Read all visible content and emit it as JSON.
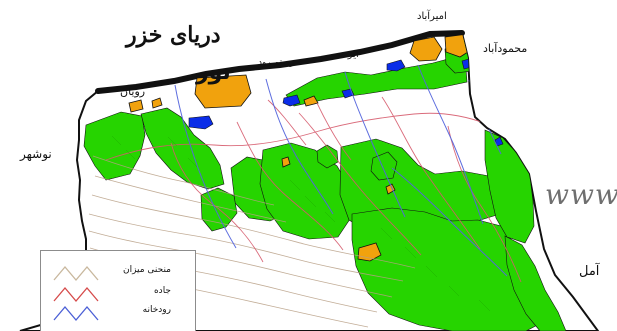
{
  "map": {
    "labels": {
      "sea": "دریای خزر",
      "nur": "نور",
      "izdeh": "ایزده",
      "rostam_rud": "رستم رود",
      "amir_abad": "امیرآباد",
      "mahmud_abad": "محمودآباد",
      "royan": "رویان",
      "nowshahr": "نوشهر",
      "amol": "آمل"
    },
    "watermark": "www",
    "legend": {
      "items": [
        {
          "label": "منحنی میزان",
          "color": "#c8b79d"
        },
        {
          "label": "جاده",
          "color": "#d64a4a"
        },
        {
          "label": "رودخانه",
          "color": "#4b5fd6"
        }
      ]
    },
    "colors": {
      "forest": "#26d400",
      "urban": "#f1a20d",
      "water": "#0b2de8",
      "boundary": "#111111",
      "contour": "#b89f85",
      "roads": "#d65b6d",
      "rivers": "#5566dd"
    }
  }
}
